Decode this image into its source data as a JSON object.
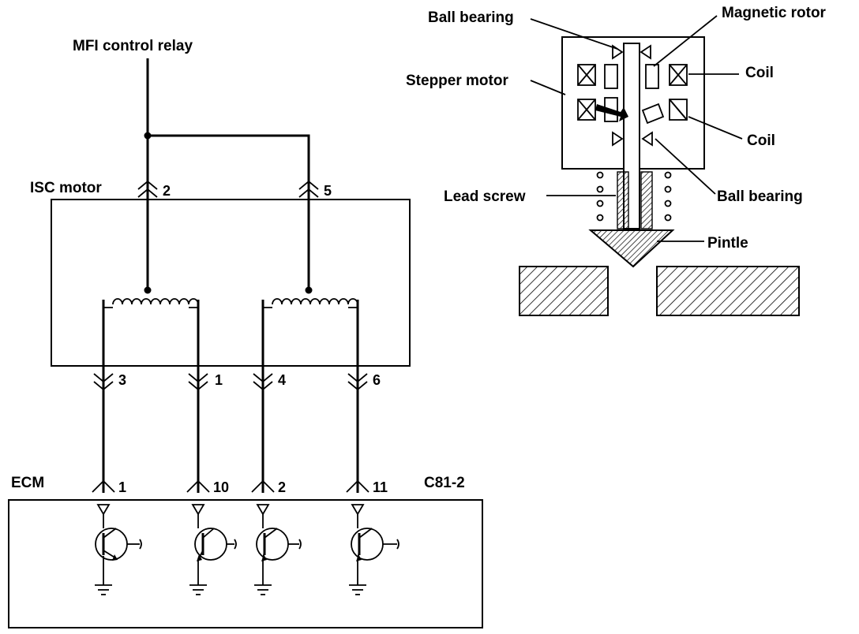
{
  "circuit": {
    "supply_label": "MFI control relay",
    "motor_label": "ISC motor",
    "ecm_label": "ECM",
    "connector_label": "C81-2",
    "motor_pins": [
      "2",
      "5",
      "3",
      "1",
      "4",
      "6"
    ],
    "ecm_pins": [
      "1",
      "10",
      "2",
      "11"
    ]
  },
  "motor_detail": {
    "labels": {
      "ball_bearing_top": "Ball bearing",
      "magnetic_rotor": "Magnetic rotor",
      "stepper_motor": "Stepper motor",
      "coil_top": "Coil",
      "coil_bottom": "Coil",
      "lead_screw": "Lead screw",
      "ball_bearing_bottom": "Ball bearing",
      "pintle": "Pintle"
    }
  }
}
